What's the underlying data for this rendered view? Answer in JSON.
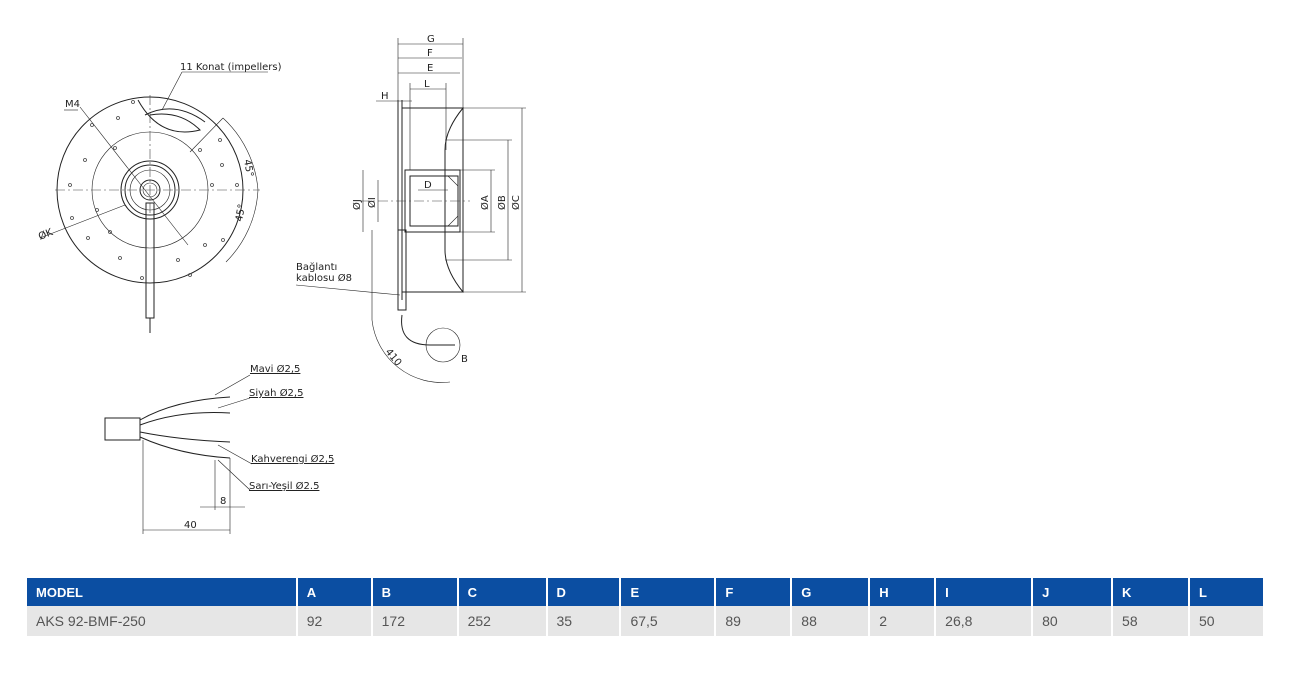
{
  "drawing": {
    "front": {
      "impellers": "11 Konat (impellers)",
      "m4": "M4",
      "k": "ØK",
      "angle1": "45°",
      "angle2": "45°"
    },
    "side": {
      "g": "G",
      "f": "F",
      "e": "E",
      "l": "L",
      "h": "H",
      "d": "D",
      "j": "ØJ",
      "i": "ØI",
      "a": "ØA",
      "b": "ØB",
      "c": "ØC",
      "cable1": "Bağlantı",
      "cable2": "kablosu Ø8",
      "len": "410",
      "detail": "B"
    },
    "wires": {
      "w1": "Mavi Ø2,5",
      "w2": "Siyah Ø2,5",
      "w3": "Kahverengi Ø2,5",
      "w4": "Sarı-Yeşil Ø2.5",
      "d8": "8",
      "d40": "40"
    }
  },
  "table": {
    "headers": [
      "MODEL",
      "A",
      "B",
      "C",
      "D",
      "E",
      "F",
      "G",
      "H",
      "I",
      "J",
      "K",
      "L"
    ],
    "row": [
      "AKS 92-BMF-250",
      "92",
      "172",
      "252",
      "35",
      "67,5",
      "89",
      "88",
      "2",
      "26,8",
      "80",
      "58",
      "50"
    ],
    "header_color": "#0b4ea2"
  }
}
